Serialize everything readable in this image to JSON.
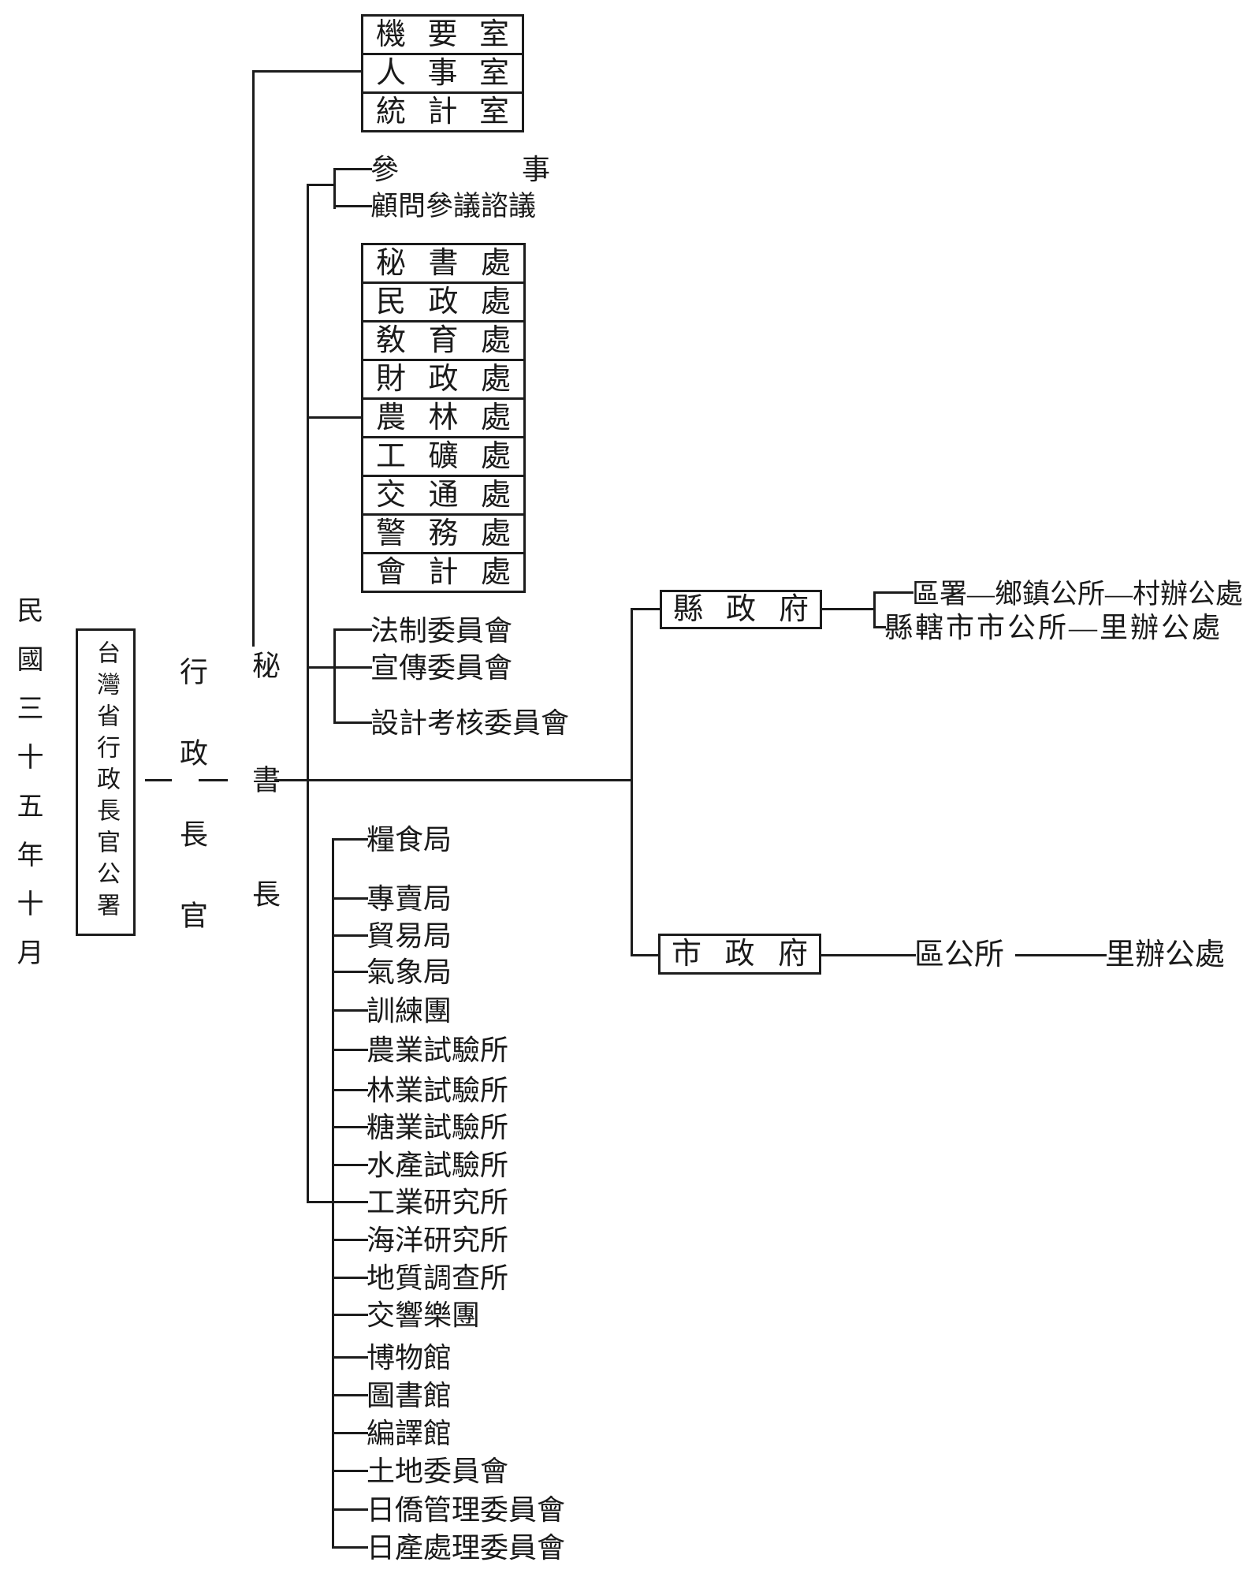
{
  "meta": {
    "date_label": "民國三十五年十月"
  },
  "colors": {
    "ink": "#1c1c1c",
    "paper": "#ffffff"
  },
  "root": {
    "org_name": "台灣省行政長官公署"
  },
  "executives": {
    "chief": "行政長官",
    "secretary_general": "秘書長"
  },
  "direct_offices": [
    "機要室",
    "人事室",
    "統計室"
  ],
  "advisors": {
    "counselor": "參事",
    "advisory_council": "顧問參議諮議"
  },
  "departments": [
    "秘書處",
    "民政處",
    "敎育處",
    "財政處",
    "農林處",
    "工礦處",
    "交通處",
    "警務處",
    "會計處"
  ],
  "committees": [
    "法制委員會",
    "宣傳委員會",
    "設計考核委員會"
  ],
  "local_governments": {
    "county": {
      "label": "縣政府",
      "branch_1": "區署—鄉鎮公所—村辦公處",
      "branch_2": "縣轄市市公所—里辦公處"
    },
    "city": {
      "label": "市政府",
      "district_office": "區公所",
      "village_office": "里辦公處"
    }
  },
  "bureaus": [
    "糧食局",
    "專賣局",
    "貿易局",
    "氣象局",
    "訓練團",
    "農業試驗所",
    "林業試驗所",
    "糖業試驗所",
    "水產試驗所",
    "工業研究所",
    "海洋研究所",
    "地質調查所",
    "交響樂團",
    "博物館",
    "圖書館",
    "編譯館",
    "土地委員會",
    "日僑管理委員會",
    "日產處理委員會"
  ]
}
